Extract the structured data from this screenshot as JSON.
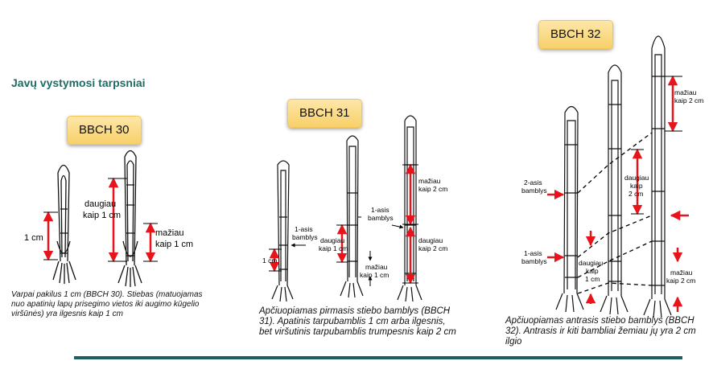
{
  "title": "Javų vystymosi tarpsniai",
  "stages": [
    {
      "badge": "BBCH 30",
      "caption": "Varpai pakilus 1 cm (BBCH 30). Stiebas (matuojamas nuo apatinių lapų prisegimo vietos iki augimo kūgelio viršūnės) yra ilgesnis kaip 1 cm",
      "labels": {
        "one_cm": "1 cm",
        "more_1": "daugiau",
        "more_2": "kaip 1 cm",
        "less_1": "mažiau",
        "less_2": "kaip 1 cm"
      }
    },
    {
      "badge": "BBCH 31",
      "caption": "Apčiuopiamas pirmasis stiebo bamblys (BBCH 31). Apatinis tarpubamblis 1 cm arba ilgesnis, bet viršutinis tarpubamblis trumpesnis kaip 2 cm",
      "labels": {
        "node1_a": "1-asis",
        "node1_b": "bamblys",
        "one_cm": "1 cm",
        "more_1": "daugiau",
        "more_2": "kaip 1 cm",
        "less_1": "mažiau",
        "less_2": "kaip 1 cm",
        "node1b_a": "1-asis",
        "node1b_b": "bamblys",
        "less2_1": "mažiau",
        "less2_2": "kaip 2 cm",
        "more2_1": "daugiau",
        "more2_2": "kaip 2 cm"
      }
    },
    {
      "badge": "BBCH 32",
      "caption": "Apčiuopiamas antrasis stiebo bamblys (BBCH 32). Antrasis ir kiti bambliai žemiau jų yra 2 cm ilgio",
      "labels": {
        "node2_a": "2-asis",
        "node2_b": "bamblys",
        "node1_a": "1-asis",
        "node1_b": "bamblys",
        "more1_1": "daugiau",
        "more1_2": "kaip",
        "more1_3": "1 cm",
        "more2_1": "daugiau",
        "more2_2": "kaip",
        "more2_3": "2 cm",
        "less2top_1": "mažiau",
        "less2top_2": "kaip 2 cm",
        "less2low_1": "mažiau",
        "less2low_2": "kaip 2 cm"
      }
    }
  ],
  "colors": {
    "accent": "#1f6b65",
    "arrow": "#e8141b",
    "badge": "#f8d06a",
    "bar": "#1f5f62"
  }
}
